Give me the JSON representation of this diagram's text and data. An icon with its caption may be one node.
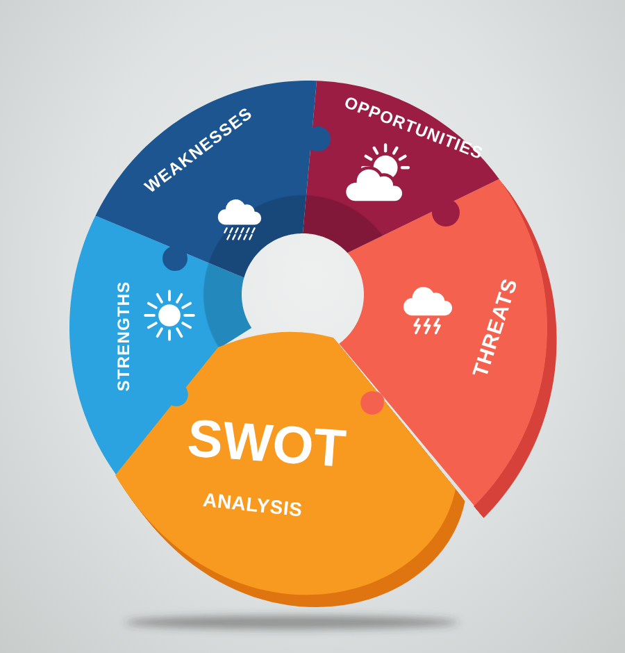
{
  "diagram": {
    "nodes": [
      {
        "text": [
          "WEAKNESSES"
        ]
      },
      {
        "text": [
          "OPPORTUNITIES"
        ]
      },
      {
        "text": [
          "STRENGTHS"
        ]
      },
      {
        "text": [
          "THREATS"
        ]
      },
      {
        "text": [
          "SWOT",
          "ANALYSIS"
        ]
      }
    ]
  }
}
